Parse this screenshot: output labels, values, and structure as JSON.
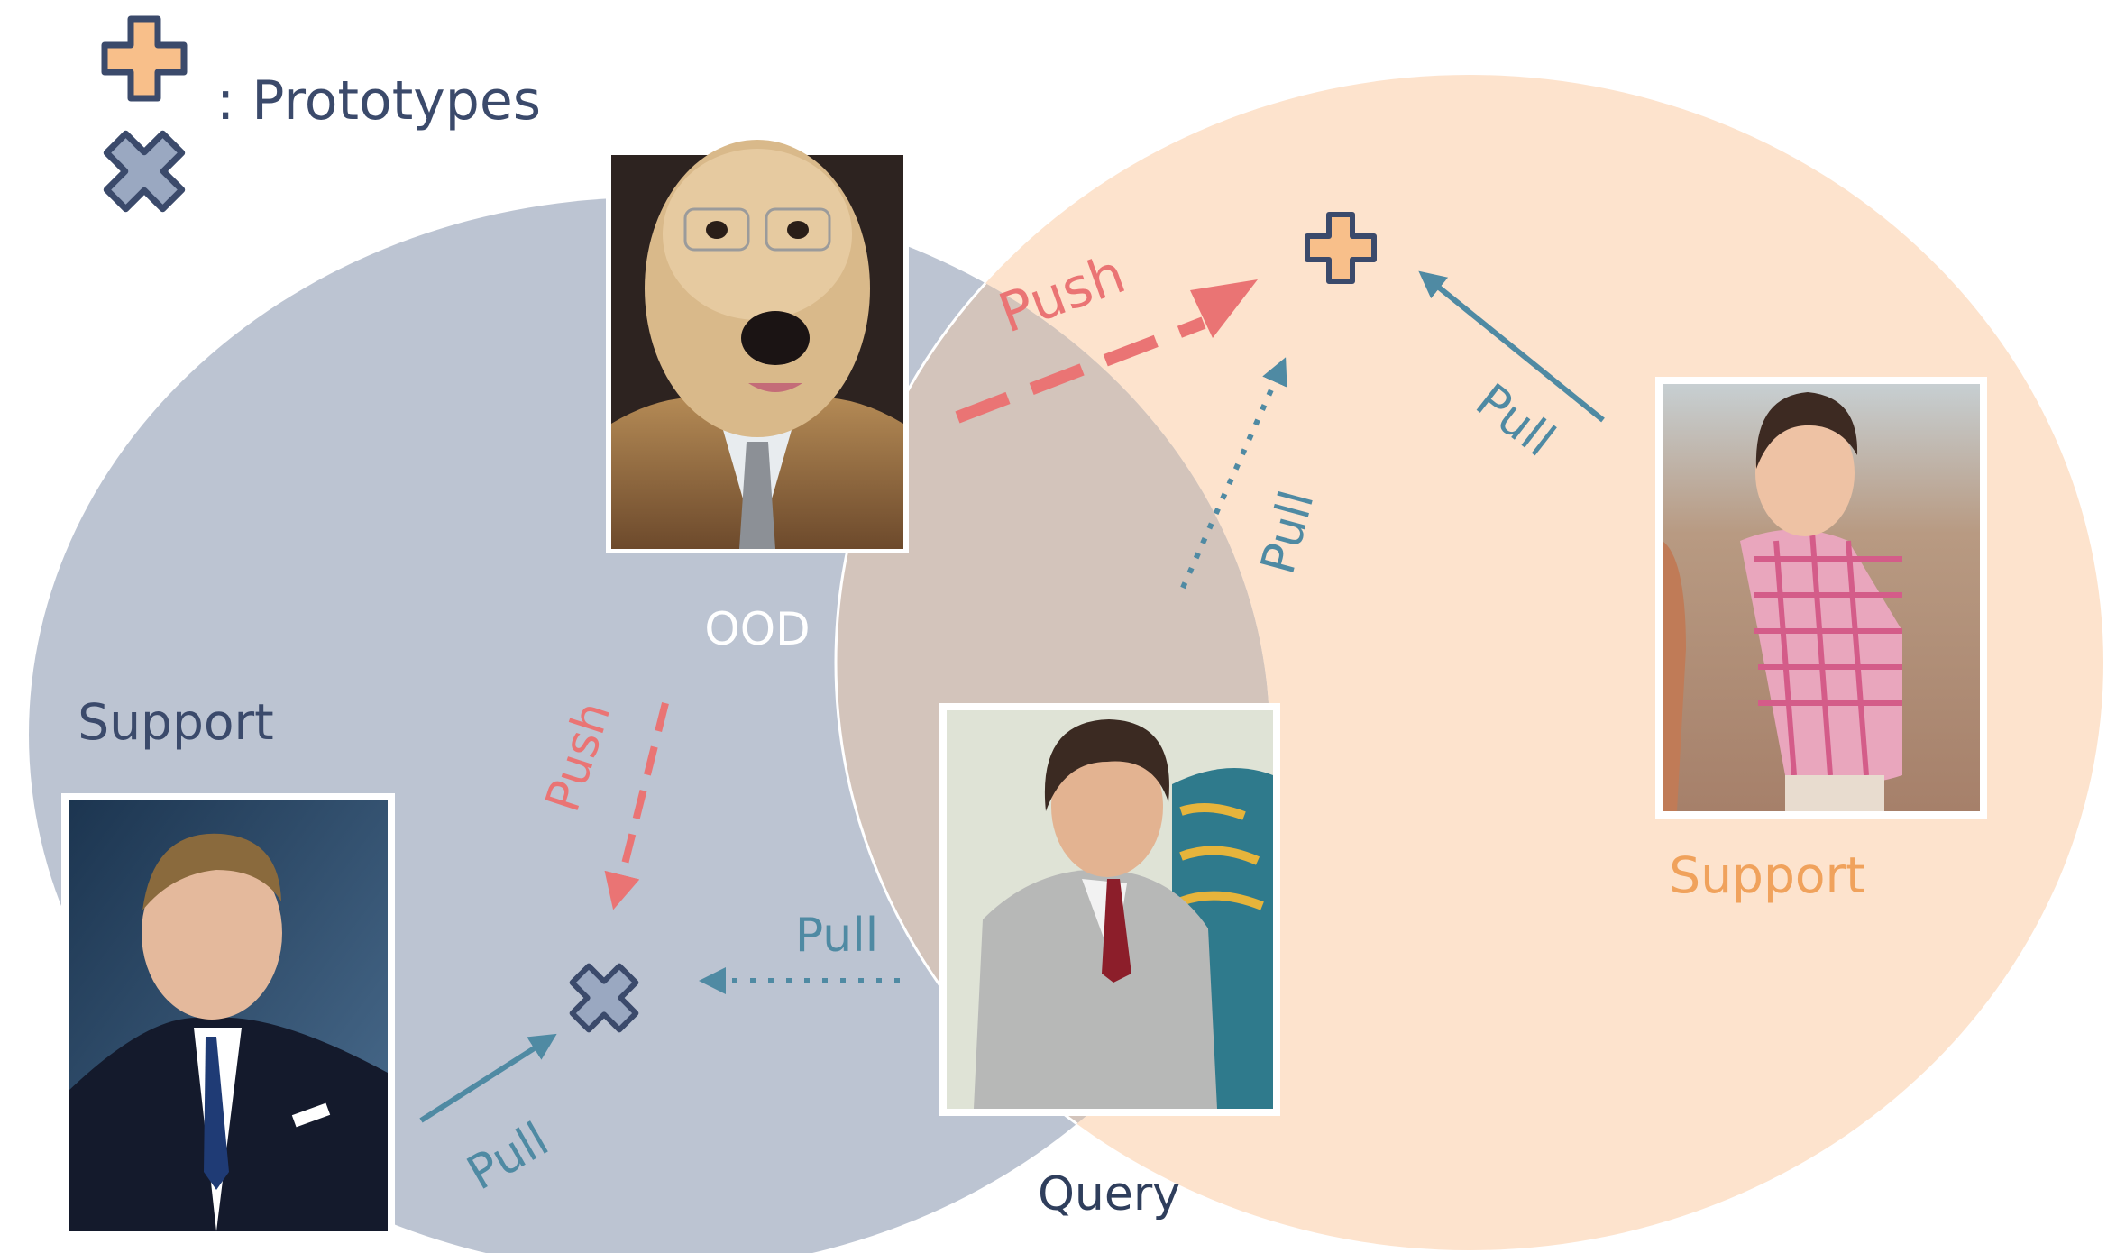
{
  "legend": {
    "label": ": Prototypes"
  },
  "labels": {
    "ood": "OOD",
    "support_left": "Support",
    "support_right": "Support",
    "query": "Query"
  },
  "arrows": {
    "push_top": "Push",
    "push_left": "Push",
    "pull_right_solid": "Pull",
    "pull_right_dotted": "Pull",
    "pull_left_dotted": "Pull",
    "pull_left_solid": "Pull"
  },
  "colors": {
    "gray_region": "#bcc4d2",
    "peach_region": "#fde3cd",
    "overlap_region": "#d3c4bb",
    "navy": "#3b4a6b",
    "teal": "#4f8aa3",
    "coral": "#ea7474",
    "orange_text": "#f0a25c",
    "plus_fill": "#f8bf8a",
    "cross_fill": "#9aa8c1"
  },
  "icons": {
    "prototype_peach": "plus-icon",
    "prototype_gray": "cross-icon"
  }
}
